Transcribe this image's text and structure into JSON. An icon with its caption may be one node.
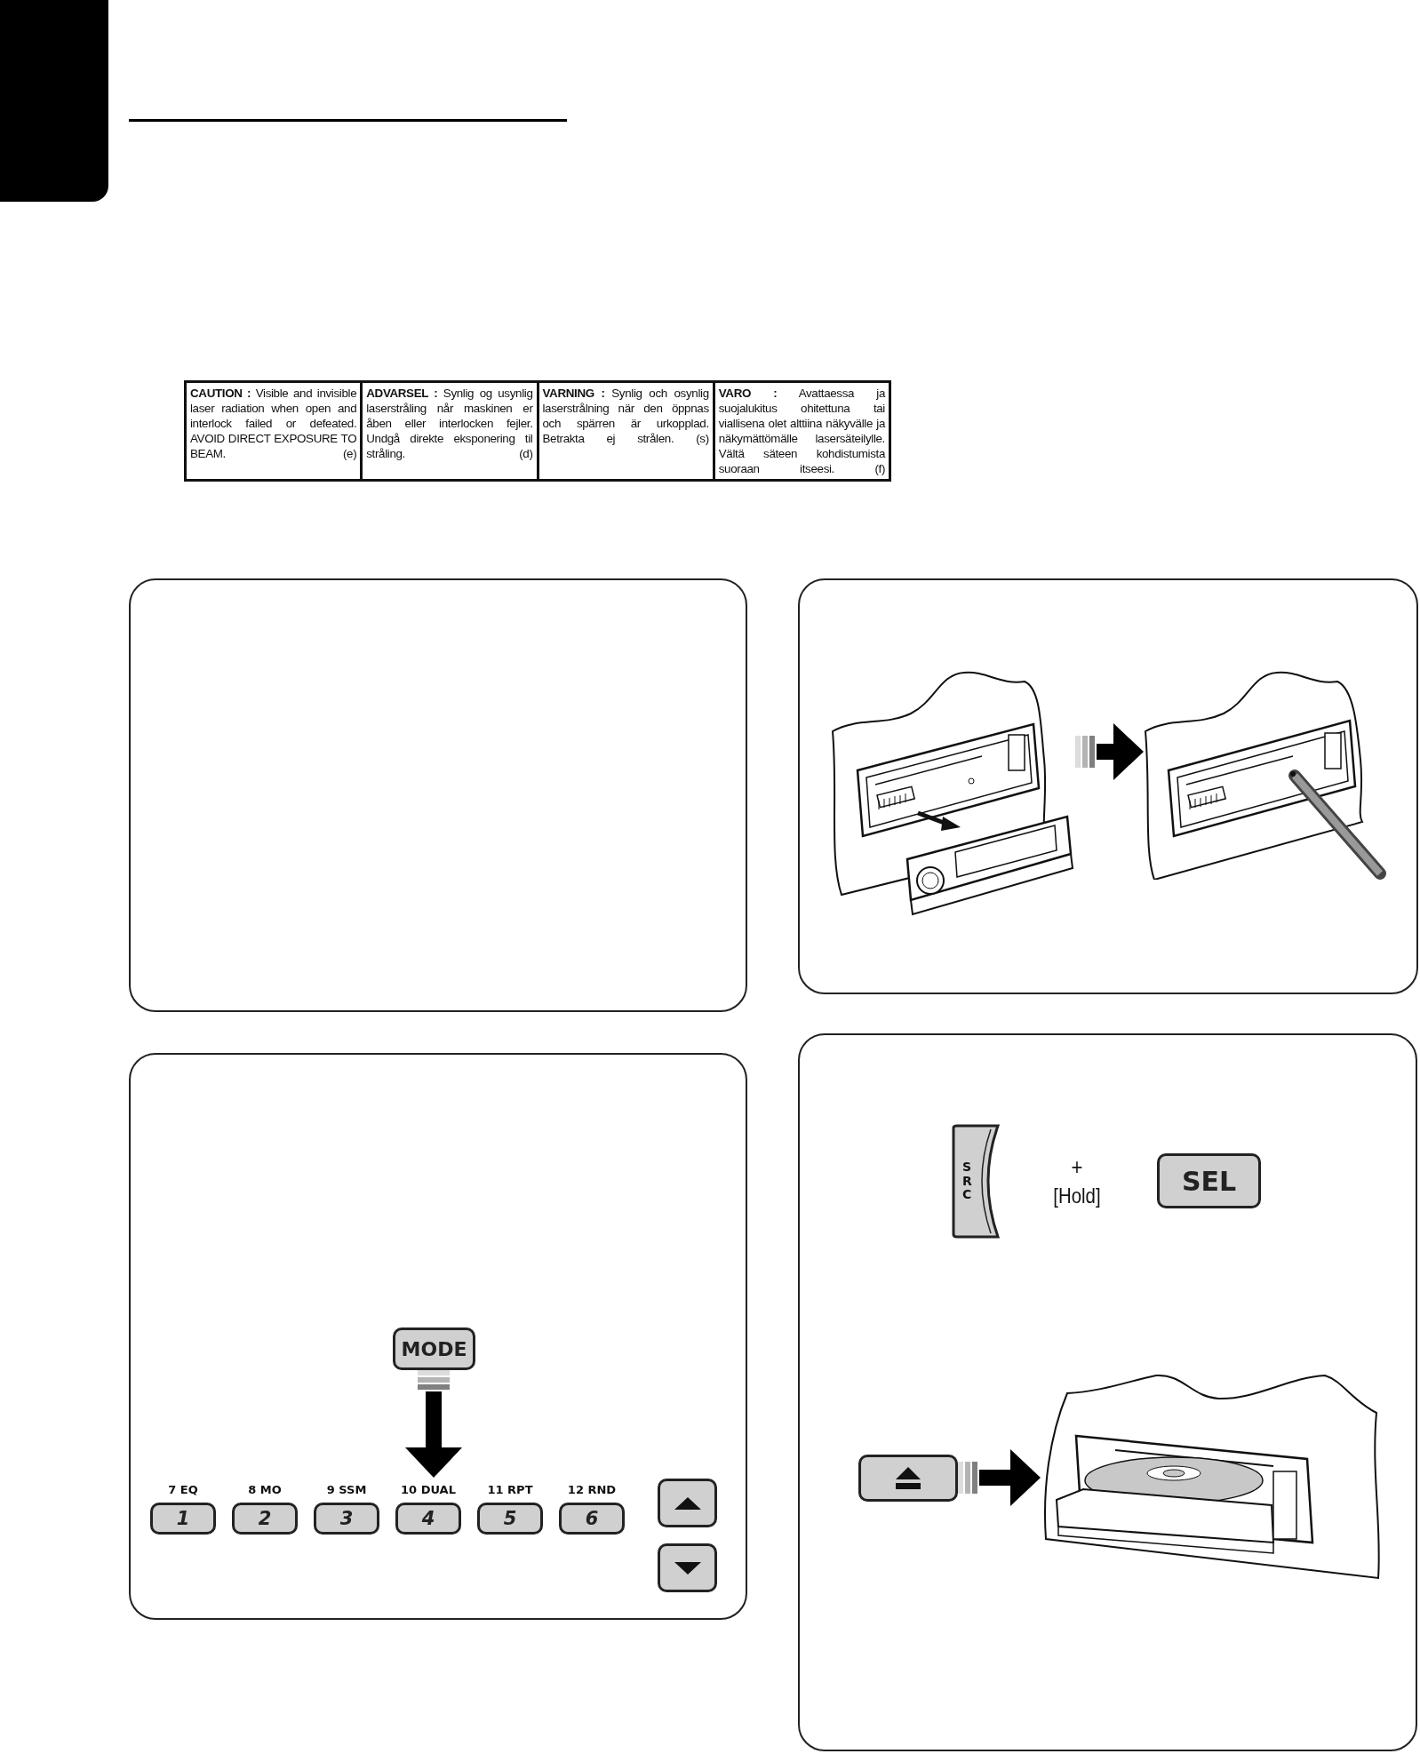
{
  "diagram": {
    "nodes": [
      {
        "text": [],
        "shape": "box"
      },
      {
        "text": [],
        "shape": "box"
      },
      {
        "text": [],
        "shape": "picture",
        "in": 1
      },
      {
        "text": [],
        "shape": "picture",
        "in": 1
      },
      {
        "text": [],
        "shape": "box"
      },
      {
        "text": [
          "MODE"
        ],
        "in": 4
      },
      {
        "text": [
          "1"
        ],
        "in": 4,
        "beside": [
          "7 EQ"
        ]
      },
      {
        "text": [
          "2"
        ],
        "in": 4,
        "beside": [
          "8 MO"
        ]
      },
      {
        "text": [
          "3"
        ],
        "in": 4,
        "beside": [
          "9 SSM"
        ]
      },
      {
        "text": [
          "4"
        ],
        "in": 4,
        "beside": [
          "10 DUAL"
        ]
      },
      {
        "text": [
          "5"
        ],
        "in": 4,
        "beside": [
          "11 RPT"
        ]
      },
      {
        "text": [
          "6"
        ],
        "in": 4,
        "beside": [
          "12 RND"
        ]
      },
      {
        "text": [],
        "shape": "box",
        "in": 4
      },
      {
        "text": [],
        "shape": "box",
        "in": 4
      },
      {
        "text": [],
        "shape": "box"
      },
      {
        "text": [
          "SRC"
        ],
        "in": 14
      },
      {
        "text": [
          "SEL"
        ],
        "in": 14
      },
      {
        "text": [],
        "shape": "box",
        "in": 14
      },
      {
        "text": [],
        "shape": "picture",
        "in": 14
      }
    ],
    "edges": [
      {
        "from": 2,
        "to": 3,
        "arrow": "to"
      },
      {
        "from": 5,
        "to": 9,
        "arrow": "to"
      },
      {
        "from": 17,
        "to": 18,
        "arrow": "to"
      }
    ],
    "labels": [
      "**CAUTION :** Visible and invisible laser radiation when open and interlock failed or defeated. AVOID DIRECT EXPOSURE TO BEAM. (e)",
      "**ADVARSEL :** Synlig og usynlig laserstråling når maskinen er åben eller interlocken fejler. Undgå direkte eksponering til stråling. (d)",
      "**VARNING :** Synlig och osynlig laserstrålning när den öppnas och spärren är urkopplad. Betrakta ej strålen. (s)",
      "**VARO :** Avattaessa ja suojalukitus ohitettuna tai viallisena olet alttiina näkyvälle ja näkymättömälle lasersäteilylle. Vältä säteen kohdistumista suoraan itseesi. (f)",
      "+",
      "[Hold]"
    ]
  }
}
